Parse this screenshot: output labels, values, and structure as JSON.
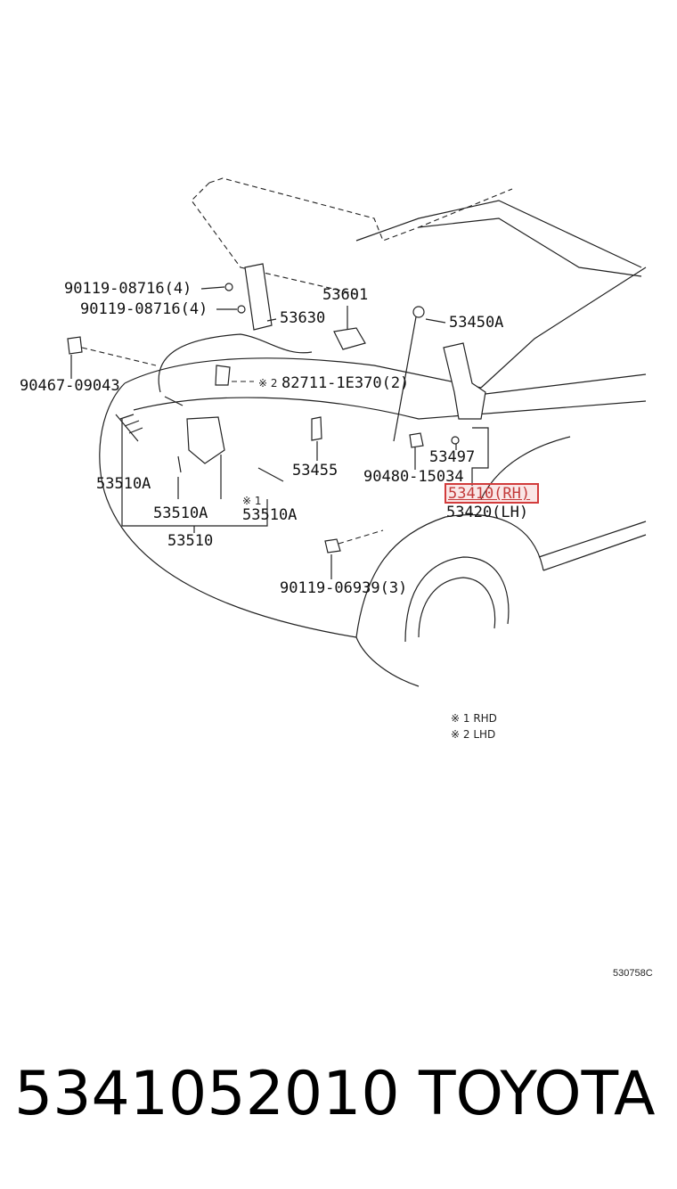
{
  "diagram": {
    "callouts": {
      "p1": "90119-08716(4)",
      "p2": "90119-08716(4)",
      "p3": "53601",
      "p4": "53630",
      "p5": "53450A",
      "p6": "90467-09043",
      "p7": "※ 2",
      "p8": "82711-1E370(2)",
      "p9": "53455",
      "p10": "53497",
      "p11": "90480-15034",
      "p12": "53410(RH)",
      "p13": "53420(LH)",
      "p14": "53510A",
      "p15": "53510A",
      "p16": "※ 1",
      "p17": "53510A",
      "p18": "53510",
      "p19": "90119-06939(3)"
    },
    "notes": {
      "rhd": "※ 1 RHD",
      "lhd": "※ 2 LHD"
    },
    "illustration_code": "530758C",
    "highlight_color": "#d23c3c"
  },
  "footer": {
    "part_number": "5341052010",
    "brand": "TOYOTA"
  }
}
